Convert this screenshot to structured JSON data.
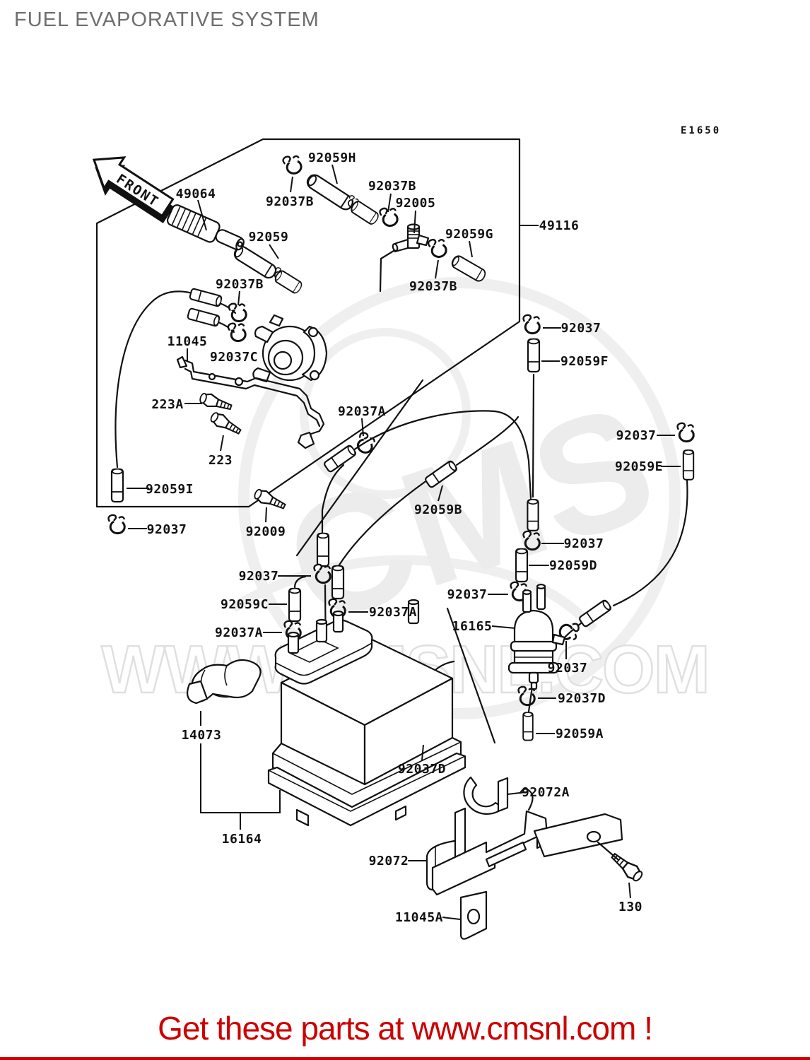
{
  "page": {
    "title": "FUEL EVAPORATIVE SYSTEM",
    "diagram_code": "E1650",
    "front_arrow": "FRONT",
    "footer_text": "Get these parts at www.cmsnl.com !",
    "watermark_brand": "CMS",
    "watermark_url": "WWW.CMSNL.COM",
    "colors": {
      "line": "#111111",
      "title_gray": "#6f6f6f",
      "footer_red": "#cc0000",
      "watermark_gray": "#ececec"
    }
  },
  "callouts": [
    {
      "part": "49064"
    },
    {
      "part": "92059H"
    },
    {
      "part": "92037B"
    },
    {
      "part": "92037B"
    },
    {
      "part": "92005"
    },
    {
      "part": "92059G"
    },
    {
      "part": "49116"
    },
    {
      "part": "92059"
    },
    {
      "part": "92037B"
    },
    {
      "part": "11045"
    },
    {
      "part": "92037C"
    },
    {
      "part": "223A"
    },
    {
      "part": "223"
    },
    {
      "part": "92037A"
    },
    {
      "part": "92059I"
    },
    {
      "part": "92037"
    },
    {
      "part": "92009"
    },
    {
      "part": "92037B"
    },
    {
      "part": "92037"
    },
    {
      "part": "92059F"
    },
    {
      "part": "92037"
    },
    {
      "part": "92059E"
    },
    {
      "part": "92059B"
    },
    {
      "part": "92037"
    },
    {
      "part": "92059D"
    },
    {
      "part": "92037"
    },
    {
      "part": "92059C"
    },
    {
      "part": "92037A"
    },
    {
      "part": "92037A"
    },
    {
      "part": "92037"
    },
    {
      "part": "16165"
    },
    {
      "part": "92037"
    },
    {
      "part": "92037D"
    },
    {
      "part": "92059A"
    },
    {
      "part": "14073"
    },
    {
      "part": "92037D"
    },
    {
      "part": "16164"
    },
    {
      "part": "92072A"
    },
    {
      "part": "92072"
    },
    {
      "part": "130"
    },
    {
      "part": "11045A"
    }
  ]
}
